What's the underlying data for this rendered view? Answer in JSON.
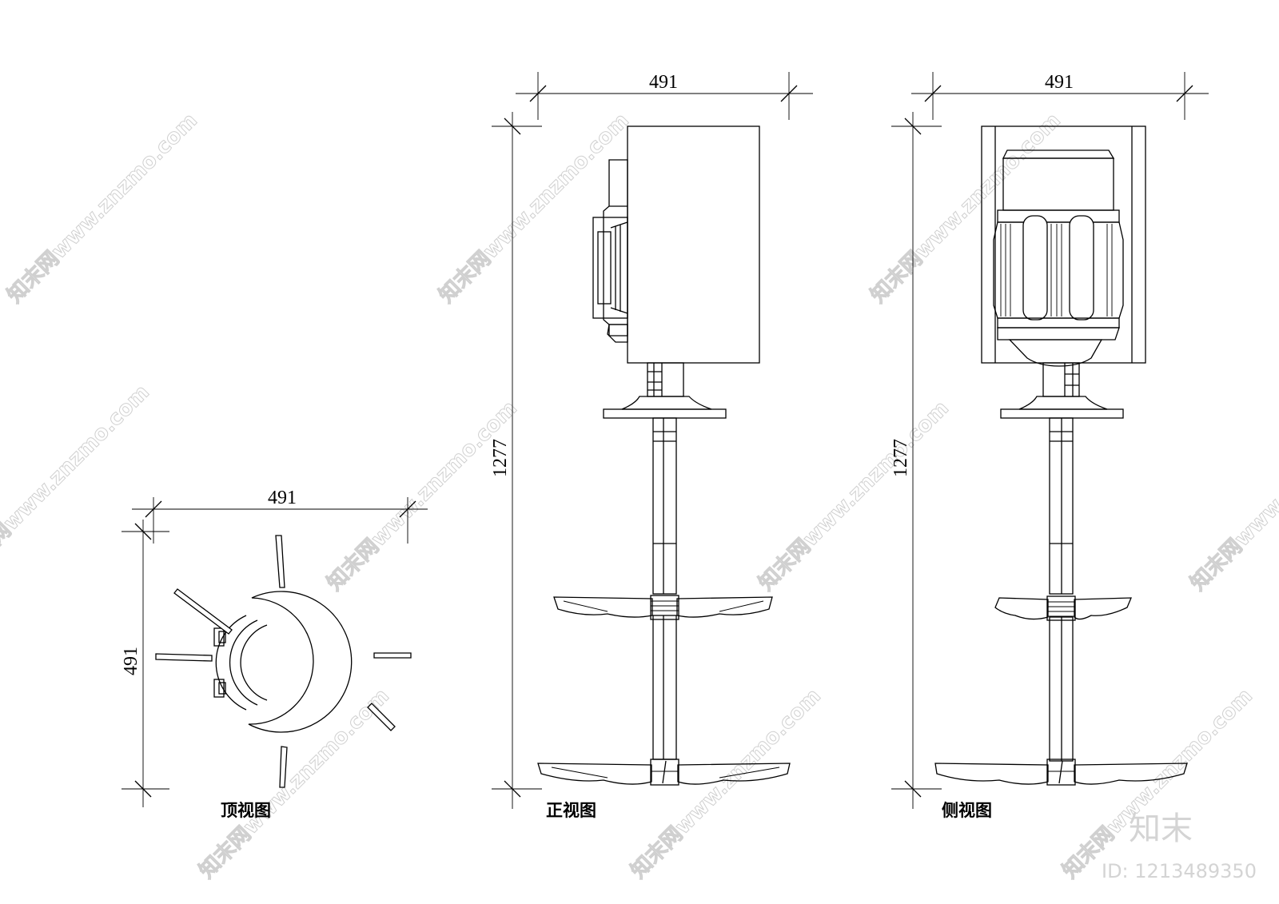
{
  "dimensions": {
    "top_width": "491",
    "top_depth": "491",
    "front_width": "491",
    "front_height": "1277",
    "side_width": "491",
    "side_height": "1277"
  },
  "captions": {
    "top_view": "顶视图",
    "front_view": "正视图",
    "side_view": "侧视图"
  },
  "watermark": {
    "text": "知末网www.znzmo.com",
    "brand": "知末",
    "id": "ID: 1213489350"
  },
  "colors": {
    "line": "#000000",
    "watermark": "#d0d0d0"
  }
}
